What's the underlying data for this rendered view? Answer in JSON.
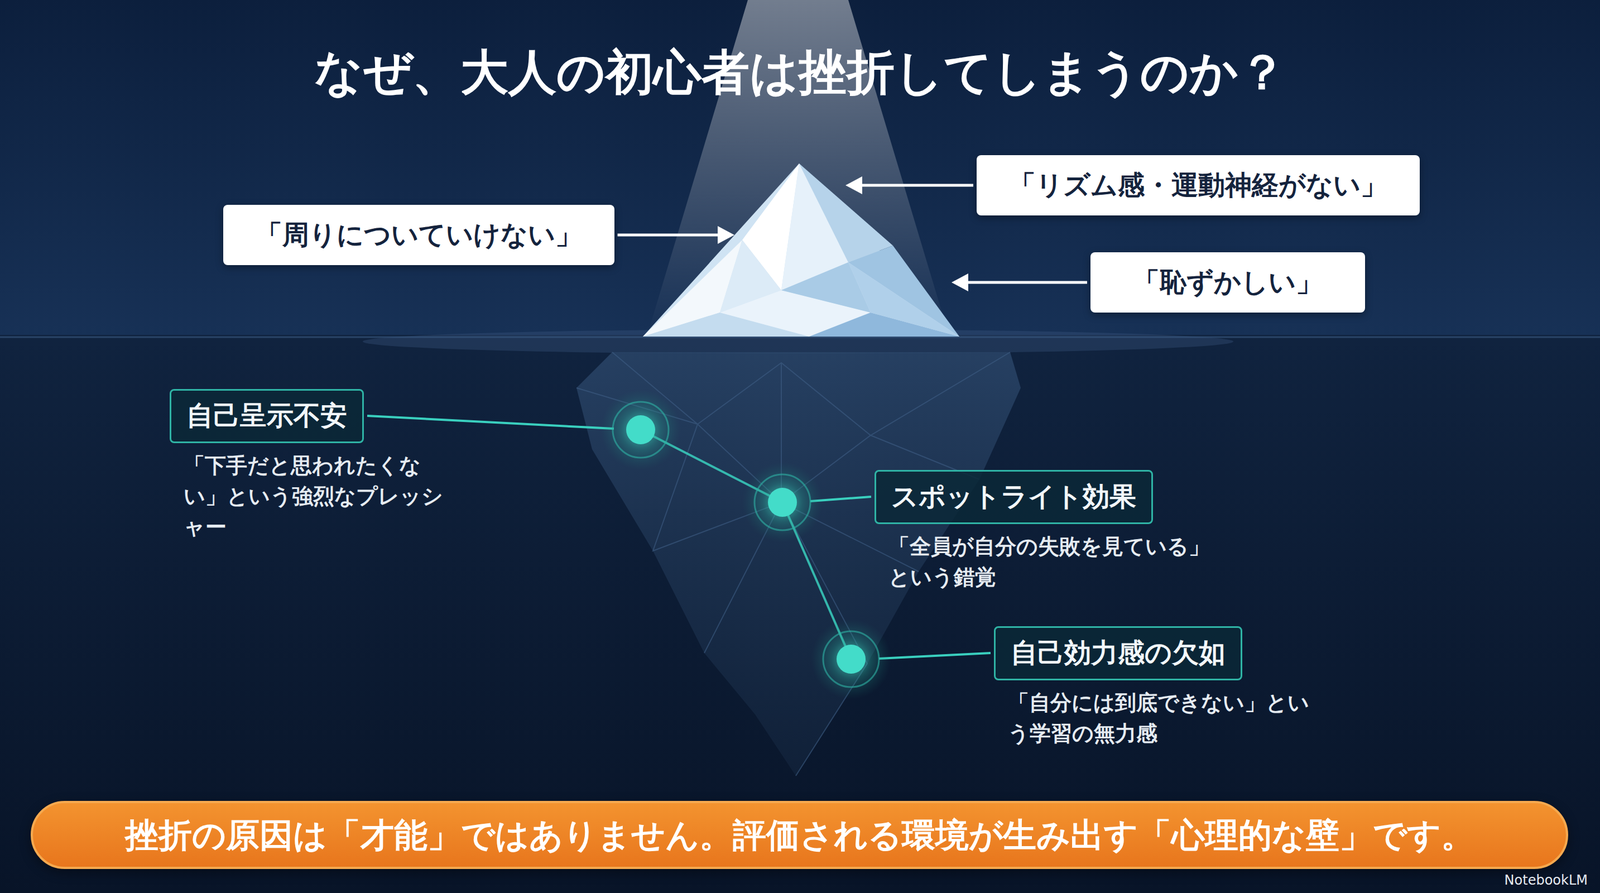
{
  "diagram": {
    "title": "なぜ、大人の初心者は挫折してしまうのか？",
    "nodes": [
      {
        "text": [
          "「周りについていけない」"
        ]
      },
      {
        "text": [
          "「リズム感・運動神経がない」"
        ]
      },
      {
        "text": [
          "「恥ずかしい」"
        ]
      },
      {
        "text": [
          "自己呈示不安",
          "「下手だと思われたくない」という強烈なプレッシャー"
        ]
      },
      {
        "text": [
          "スポットライト効果",
          "「全員が自分の失敗を見ている」という錯覚"
        ]
      },
      {
        "text": [
          "自己効力感の欠如",
          "「自分には到底できない」という学習の無力感"
        ]
      },
      {
        "text": [
          "挫折の原因は「才能」ではありません。評価される環境が生み出す「心理的な壁」です。"
        ]
      }
    ],
    "labels": [
      "NotebookLM"
    ]
  }
}
